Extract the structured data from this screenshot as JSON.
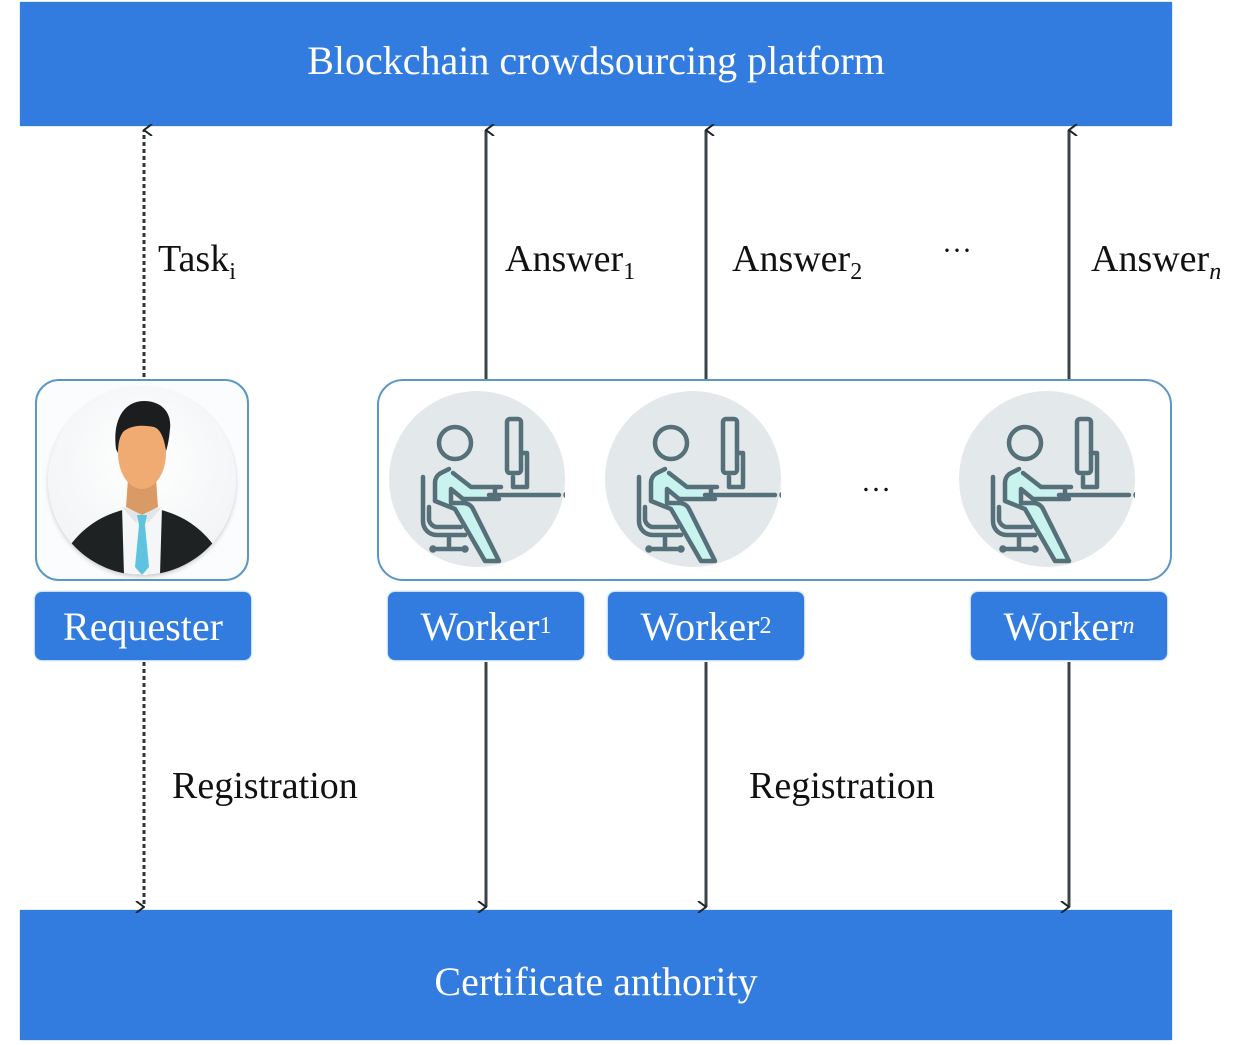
{
  "platform": {
    "title": "Blockchain crowdsourcing platform"
  },
  "authority": {
    "title": "Certificate anthority"
  },
  "requester": {
    "label": "Requester",
    "icon": "businessman-avatar-icon"
  },
  "workers": [
    {
      "label": "Worker",
      "subscript": "1",
      "subscript_italic": false,
      "icon": "worker-at-desk-icon"
    },
    {
      "label": "Worker",
      "subscript": "2",
      "subscript_italic": false,
      "icon": "worker-at-desk-icon"
    },
    {
      "label": "Worker",
      "subscript": "n",
      "subscript_italic": true,
      "icon": "worker-at-desk-icon"
    }
  ],
  "workers_ellipsis": "…",
  "flows": {
    "task": {
      "label": "Task",
      "subscript": "i",
      "style": "dashed",
      "direction": "requester-to-platform"
    },
    "answers": [
      {
        "label": "Answer",
        "subscript": "1",
        "subscript_italic": false
      },
      {
        "label": "Answer",
        "subscript": "2",
        "subscript_italic": false
      },
      {
        "label": "Answer",
        "subscript": "n",
        "subscript_italic": true
      }
    ],
    "answers_ellipsis": "···",
    "registration_requester": {
      "label": "Registration",
      "style": "dashed",
      "direction": "bidirectional"
    },
    "registration_workers": {
      "label": "Registration",
      "style": "solid",
      "direction": "bidirectional"
    }
  },
  "colors": {
    "bar_blue": "#327ce0",
    "box_border": "#5b97c4",
    "worker_circle": "#e3e8ea",
    "worker_fill": "#c9f3ee",
    "worker_stroke": "#557079",
    "arrow": "#2b3438"
  }
}
